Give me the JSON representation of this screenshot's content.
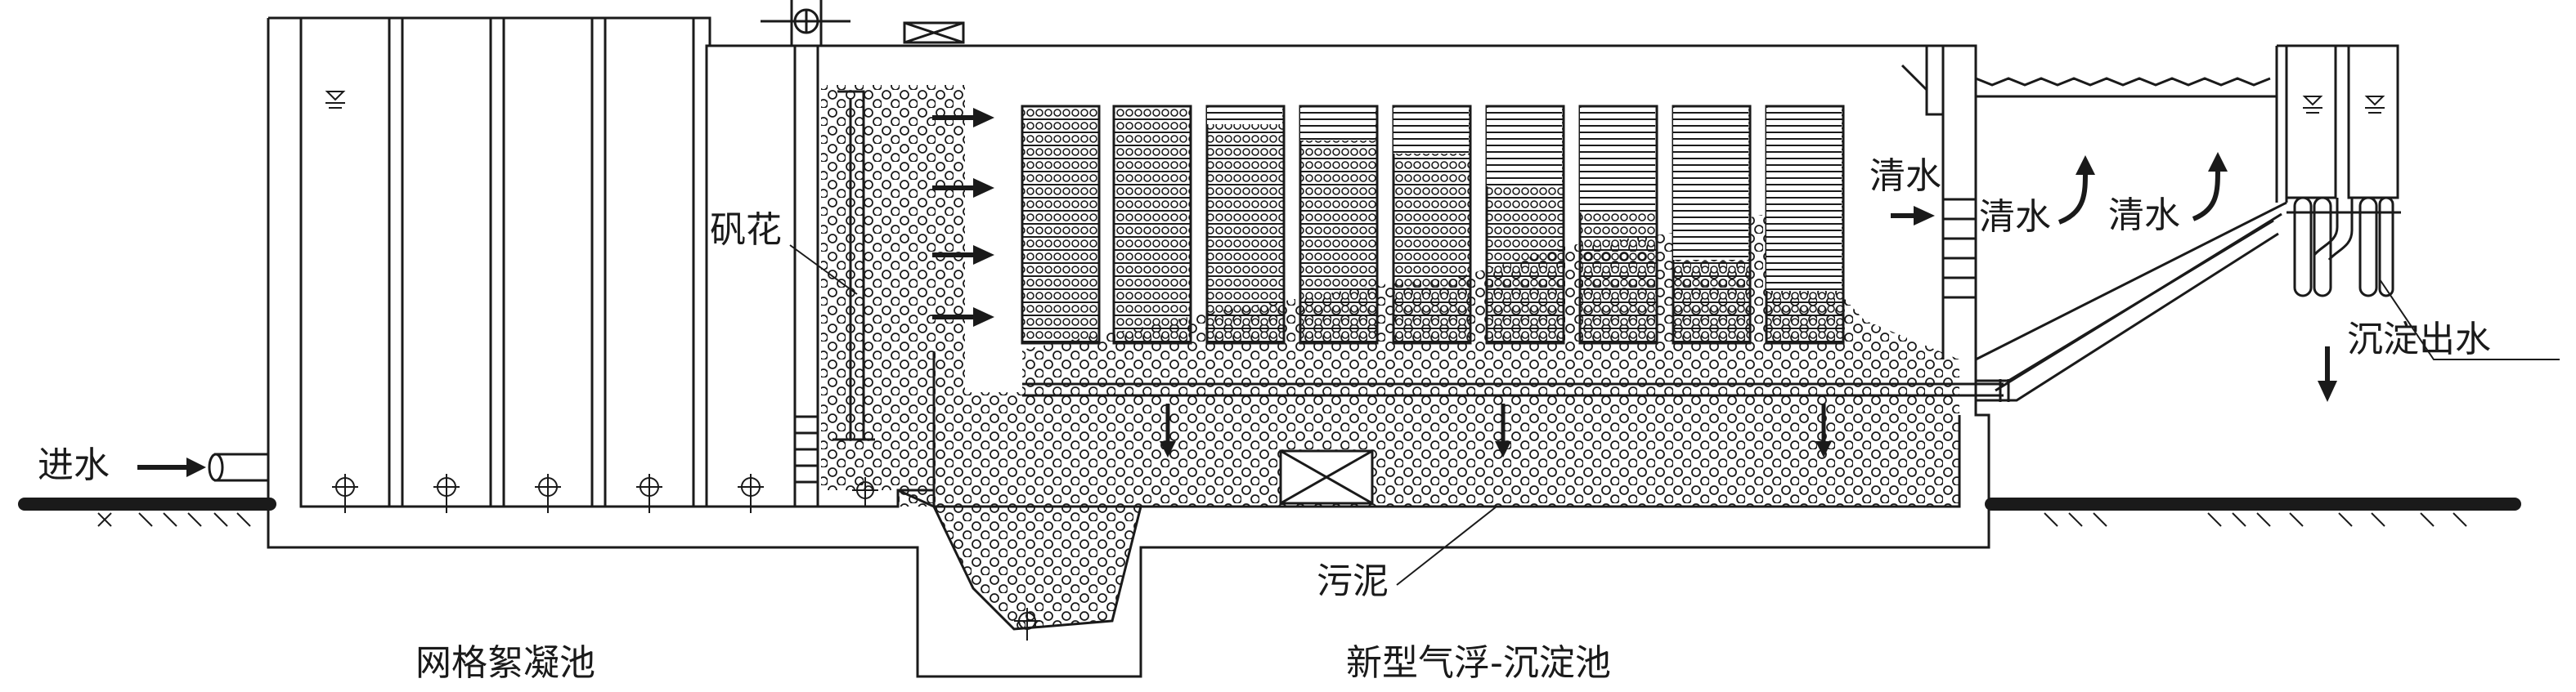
{
  "labels": {
    "inlet": "进水",
    "alum_floc": "矾花",
    "clear_water_1": "清水",
    "clear_water_2": "清水",
    "clear_water_3": "清水",
    "settled_outlet": "沉淀出水",
    "sludge": "污泥",
    "grid_flocculation_tank": "网格絮凝池",
    "new_flotation_sedimentation_tank": "新型气浮-沉淀池"
  },
  "colors": {
    "line": "#1a1a1a",
    "background": "#ffffff",
    "ground": "#1a1a1a"
  },
  "icons": [
    "valve-icon",
    "gate-valve-icon",
    "water-level-icon",
    "flow-arrow-icon",
    "air-diffuser-icon"
  ]
}
